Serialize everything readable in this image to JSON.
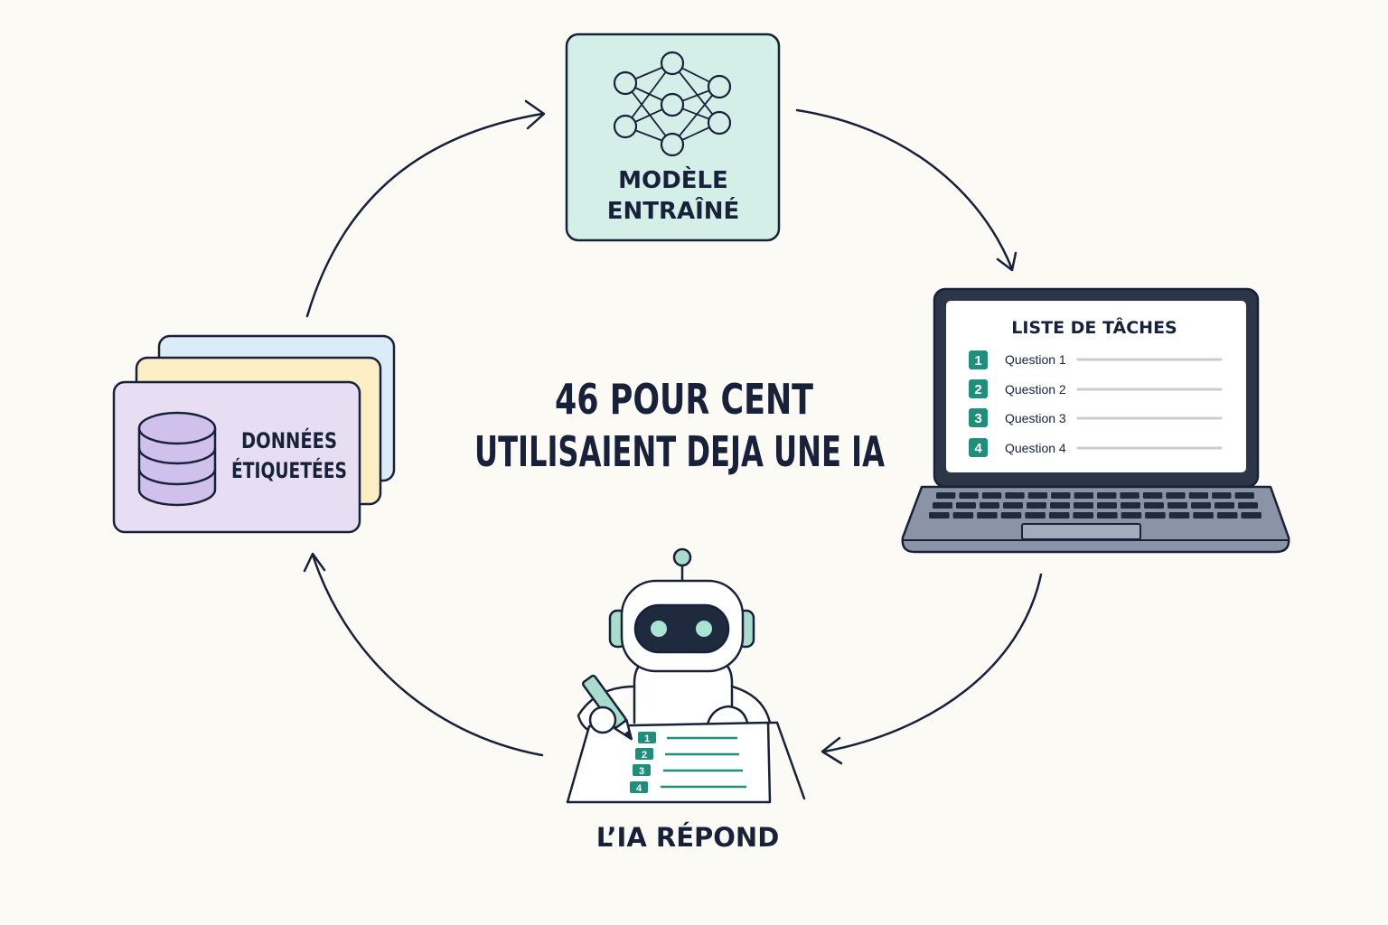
{
  "center": {
    "line1": "46 POUR CENT",
    "line2": "UTILISAIENT DEJA UNE IA"
  },
  "model": {
    "line1": "MODÈLE",
    "line2": "ENTRAÎNÉ",
    "icon": "neural-network-icon"
  },
  "data_node": {
    "line1": "DONNÉES",
    "line2": "ÉTIQUETÉES",
    "icon": "database-icon"
  },
  "laptop": {
    "title": "LISTE DE TÂCHES",
    "tasks": [
      {
        "num": "1",
        "label": "Question 1"
      },
      {
        "num": "2",
        "label": "Question 2"
      },
      {
        "num": "3",
        "label": "Question 3"
      },
      {
        "num": "4",
        "label": "Question 4"
      }
    ],
    "icon": "laptop-icon"
  },
  "robot": {
    "label": "L’IA RÉPOND",
    "icon": "robot-icon",
    "sheet_numbers": [
      "1",
      "2",
      "3",
      "4"
    ]
  },
  "colors": {
    "ink": "#17223a",
    "teal": "#1f8f7c",
    "model_fill": "#d4efe7",
    "data_front": "#e8def4",
    "data_mid": "#fbedc4",
    "data_back": "#dcebf8",
    "db_fill": "#cfc0ec",
    "laptop_gray": "#8a94a6"
  }
}
